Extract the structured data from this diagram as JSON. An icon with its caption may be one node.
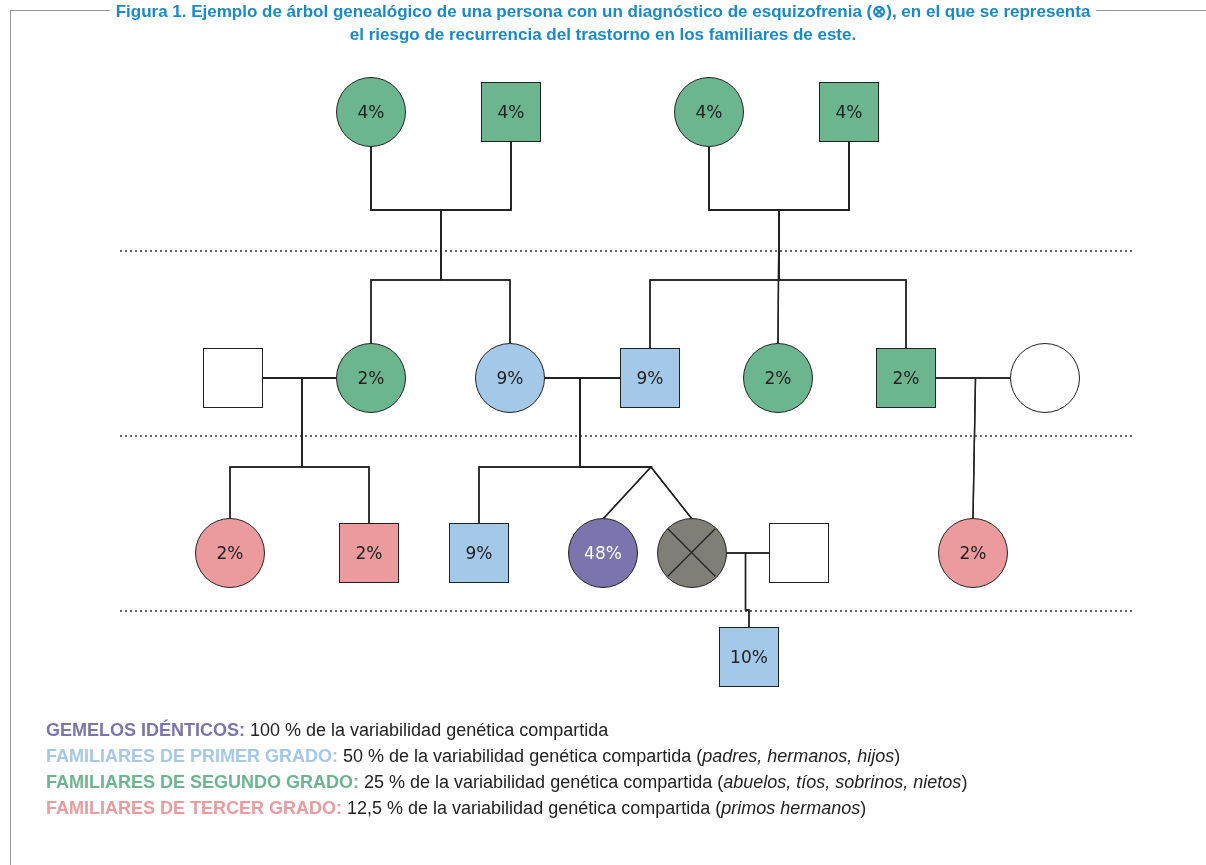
{
  "diagram": {
    "title": "Figura 1. Ejemplo de árbol genealógico de una persona con un diagnóstico de esquizofrenia (⊗), en el que se representa el riesgo de recurrencia del trastorno en los familiares de este.",
    "nodes": [
      {
        "text": [
          "4%"
        ]
      },
      {
        "text": [
          "4%"
        ]
      },
      {
        "text": [
          "4%"
        ]
      },
      {
        "text": [
          "4%"
        ]
      },
      {
        "text": [],
        "shape": "box"
      },
      {
        "text": [
          "2%"
        ]
      },
      {
        "text": [
          "9%"
        ]
      },
      {
        "text": [
          "9%"
        ]
      },
      {
        "text": [
          "2%"
        ]
      },
      {
        "text": [
          "2%"
        ]
      },
      {
        "text": [],
        "shape": "circle"
      },
      {
        "text": [
          "2%"
        ]
      },
      {
        "text": [
          "2%"
        ]
      },
      {
        "text": [
          "9%"
        ]
      },
      {
        "text": [
          "48%"
        ]
      },
      {
        "text": [],
        "shape": "circle"
      },
      {
        "text": [],
        "shape": "box"
      },
      {
        "text": [
          "2%"
        ]
      },
      {
        "text": [
          "10%"
        ]
      }
    ],
    "edges": [
      {
        "from": 0,
        "to": 1,
        "arrow": "none"
      },
      {
        "from": 2,
        "to": 3,
        "arrow": "none"
      },
      {
        "from": 0,
        "to": 5,
        "arrow": "none"
      },
      {
        "from": 1,
        "to": 5,
        "arrow": "none"
      },
      {
        "from": 0,
        "to": 6,
        "arrow": "none"
      },
      {
        "from": 1,
        "to": 6,
        "arrow": "none"
      },
      {
        "from": 2,
        "to": 7,
        "arrow": "none"
      },
      {
        "from": 3,
        "to": 7,
        "arrow": "none"
      },
      {
        "from": 2,
        "to": 8,
        "arrow": "none"
      },
      {
        "from": 3,
        "to": 8,
        "arrow": "none"
      },
      {
        "from": 2,
        "to": 9,
        "arrow": "none"
      },
      {
        "from": 3,
        "to": 9,
        "arrow": "none"
      },
      {
        "from": 4,
        "to": 5,
        "arrow": "none"
      },
      {
        "from": 6,
        "to": 7,
        "arrow": "none"
      },
      {
        "from": 9,
        "to": 10,
        "arrow": "none"
      },
      {
        "from": 4,
        "to": 11,
        "arrow": "none"
      },
      {
        "from": 5,
        "to": 11,
        "arrow": "none"
      },
      {
        "from": 4,
        "to": 12,
        "arrow": "none"
      },
      {
        "from": 5,
        "to": 12,
        "arrow": "none"
      },
      {
        "from": 6,
        "to": 13,
        "arrow": "none"
      },
      {
        "from": 7,
        "to": 13,
        "arrow": "none"
      },
      {
        "from": 6,
        "to": 14,
        "arrow": "none"
      },
      {
        "from": 7,
        "to": 14,
        "arrow": "none"
      },
      {
        "from": 6,
        "to": 15,
        "arrow": "none"
      },
      {
        "from": 7,
        "to": 15,
        "arrow": "none"
      },
      {
        "from": 9,
        "to": 17,
        "arrow": "none"
      },
      {
        "from": 10,
        "to": 17,
        "arrow": "none"
      },
      {
        "from": 15,
        "to": 16,
        "arrow": "none"
      },
      {
        "from": 15,
        "to": 18,
        "arrow": "none"
      },
      {
        "from": 16,
        "to": 18,
        "arrow": "none"
      }
    ],
    "legend": [
      {
        "text": "**GEMELOS IDÉNTICOS:** 100 % de la variabilidad genética compartida",
        "color": "#7b74ad"
      },
      {
        "text": "**FAMILIARES DE PRIMER GRADO:** 50 % de la variabilidad genética compartida (*padres, hermanos, hijos*)",
        "color": "#a3c8e8"
      },
      {
        "text": "**FAMILIARES DE SEGUNDO GRADO:** 25 % de la variabilidad genética compartida (*abuelos, tíos, sobrinos, nietos*)",
        "color": "#6bb68f"
      },
      {
        "text": "**FAMILIARES DE TERCER GRADO:** 12,5 % de la variabilidad genética compartida (*primos hermanos*)",
        "color": "#eb9a9d"
      }
    ]
  }
}
